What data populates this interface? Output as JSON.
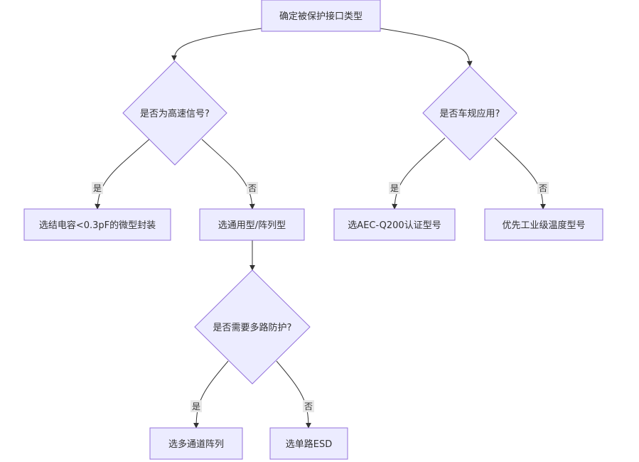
{
  "nodes": {
    "start": "确定被保护接口类型",
    "q_highspeed": "是否为高速信号?",
    "q_auto": "是否车规应用?",
    "r_lowcap": "选结电容<0.3pF的微型封装",
    "r_general": "选通用型/阵列型",
    "r_aec": "选AEC-Q200认证型号",
    "r_industrial": "优先工业级温度型号",
    "q_multi": "是否需要多路防护?",
    "r_multichannel": "选多通道阵列",
    "r_single": "选单路ESD"
  },
  "edge_labels": {
    "yes": "是",
    "no": "否"
  },
  "colors": {
    "node_fill": "#ECECFF",
    "node_stroke": "#9370DB",
    "edge": "#333333",
    "label_bg": "#e8e8e8"
  }
}
